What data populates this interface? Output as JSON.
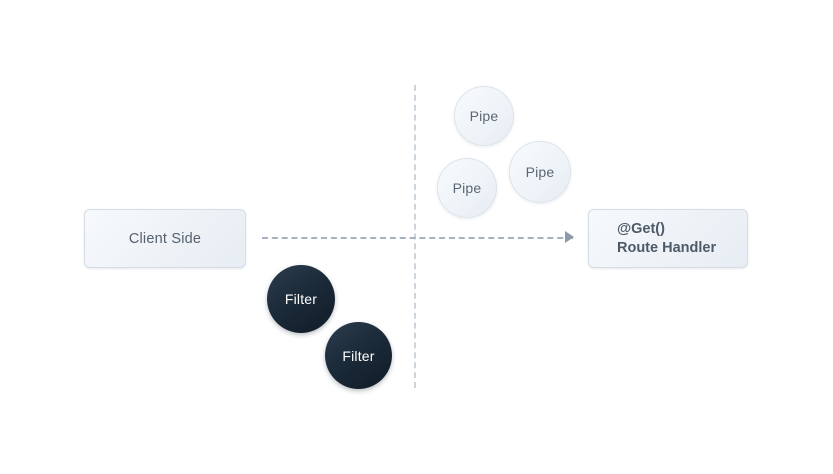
{
  "diagram": {
    "background_color": "#ffffff",
    "nodes": {
      "client_side": {
        "label": "Client Side"
      },
      "route_handler": {
        "decorator": "@Get()",
        "name": "Route Handler"
      }
    },
    "pipes": [
      {
        "label": "Pipe"
      },
      {
        "label": "Pipe"
      },
      {
        "label": "Pipe"
      }
    ],
    "filters": [
      {
        "label": "Filter"
      },
      {
        "label": "Filter"
      }
    ],
    "colors": {
      "box_fill": "#eef2f7",
      "box_border": "#d5dde7",
      "box_text": "#55606e",
      "pipe_fill": "#eef3f8",
      "pipe_text": "#5c6773",
      "filter_fill": "#1c2b3a",
      "filter_text": "#ffffff",
      "dashed_line": "#a7b1bf",
      "arrow": "#8d9aab"
    }
  }
}
